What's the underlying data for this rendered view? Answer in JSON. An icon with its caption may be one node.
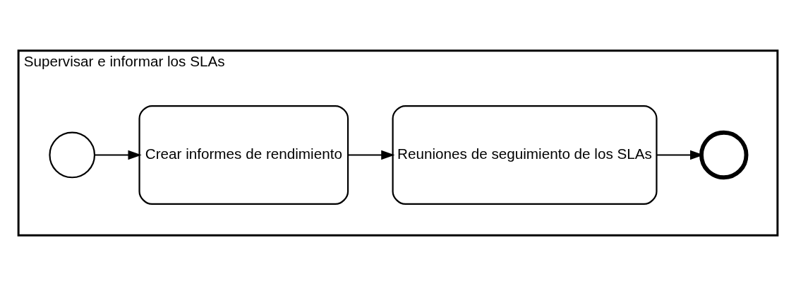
{
  "diagram": {
    "nodes": [
      {
        "text": [
          "Supervisar e informar los SLAs"
        ]
      },
      {
        "text": [],
        "shape": "circle",
        "in": 0
      },
      {
        "text": [
          "Crear informes de rendimiento"
        ],
        "in": 0
      },
      {
        "text": [
          "Reuniones de seguimiento de los SLAs"
        ],
        "in": 0
      },
      {
        "text": [],
        "shape": "circle",
        "in": 0
      }
    ],
    "edges": [
      {
        "from": 1,
        "to": 2,
        "arrow": "to"
      },
      {
        "from": 2,
        "to": 3,
        "arrow": "to"
      },
      {
        "from": 3,
        "to": 4,
        "arrow": "to"
      }
    ]
  }
}
